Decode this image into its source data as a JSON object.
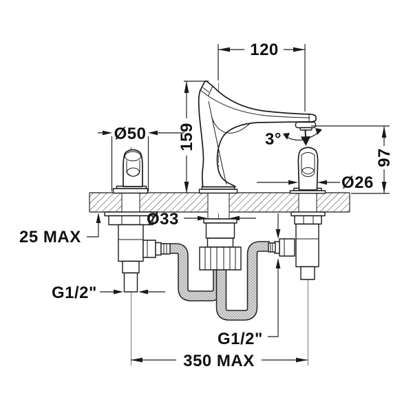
{
  "drawing": {
    "labels": {
      "spout_projection": "120",
      "left_handle_diameter": "Ø50",
      "spout_height": "159",
      "spout_angle": "3°",
      "outlet_height": "97",
      "right_handle_diameter": "Ø26",
      "body_diameter": "Ø33",
      "deck_thickness": "25 MAX",
      "left_inlet_thread": "G1/2\"",
      "hose_connection_thread": "G1/2\"",
      "installation_width": "350 MAX"
    },
    "colors": {
      "line": "#1a1a1a",
      "background": "#ffffff"
    }
  }
}
